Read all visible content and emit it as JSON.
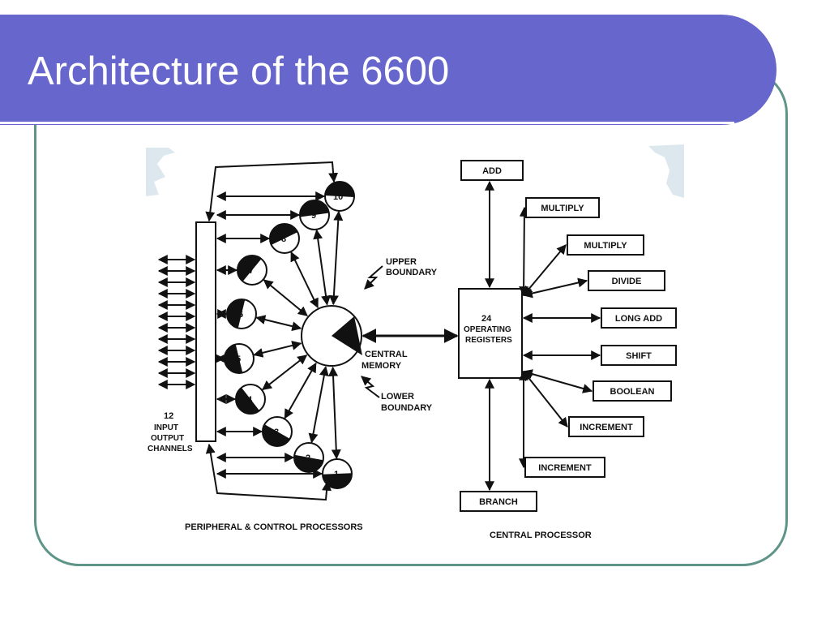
{
  "slide": {
    "title": "Architecture of the 6600"
  },
  "diagram": {
    "peripheral_processors": [
      "1",
      "2",
      "3",
      "4",
      "5",
      "6",
      "7",
      "8",
      "9",
      "10"
    ],
    "central_memory_label": [
      "CENTRAL",
      "MEMORY"
    ],
    "upper_boundary_label": [
      "UPPER",
      "BOUNDARY"
    ],
    "lower_boundary_label": [
      "LOWER",
      "BOUNDARY"
    ],
    "io_channels_label": [
      "12",
      "INPUT",
      "OUTPUT",
      "CHANNELS"
    ],
    "peripheral_caption": "PERIPHERAL & CONTROL PROCESSORS",
    "registers_label": [
      "24",
      "OPERATING",
      "REGISTERS"
    ],
    "functional_units": [
      "ADD",
      "MULTIPLY",
      "MULTIPLY",
      "DIVIDE",
      "LONG ADD",
      "SHIFT",
      "BOOLEAN",
      "INCREMENT",
      "INCREMENT",
      "BRANCH"
    ],
    "central_caption": "CENTRAL PROCESSOR"
  }
}
